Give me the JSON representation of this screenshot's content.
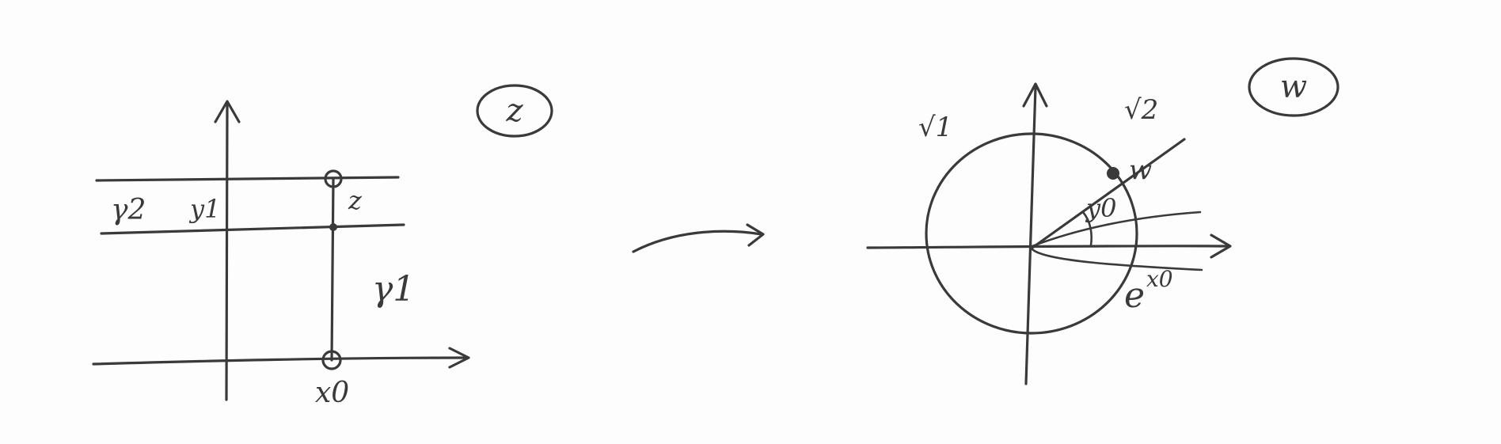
{
  "z_plane": {
    "plane_label": "z",
    "label_gamma2": "γ2",
    "label_y1": "y1",
    "label_z": "z",
    "label_gamma1": "γ1",
    "label_x0": "x0"
  },
  "w_plane": {
    "plane_label": "w",
    "label_sqrt1": "√1",
    "label_sqrt2": "√2",
    "label_w": "w",
    "label_y0": "y0",
    "label_exp_base": "e",
    "label_exp_power": "x0"
  },
  "colors": {
    "ink": "#3a3a3a",
    "paper": "#fdfdfd"
  }
}
